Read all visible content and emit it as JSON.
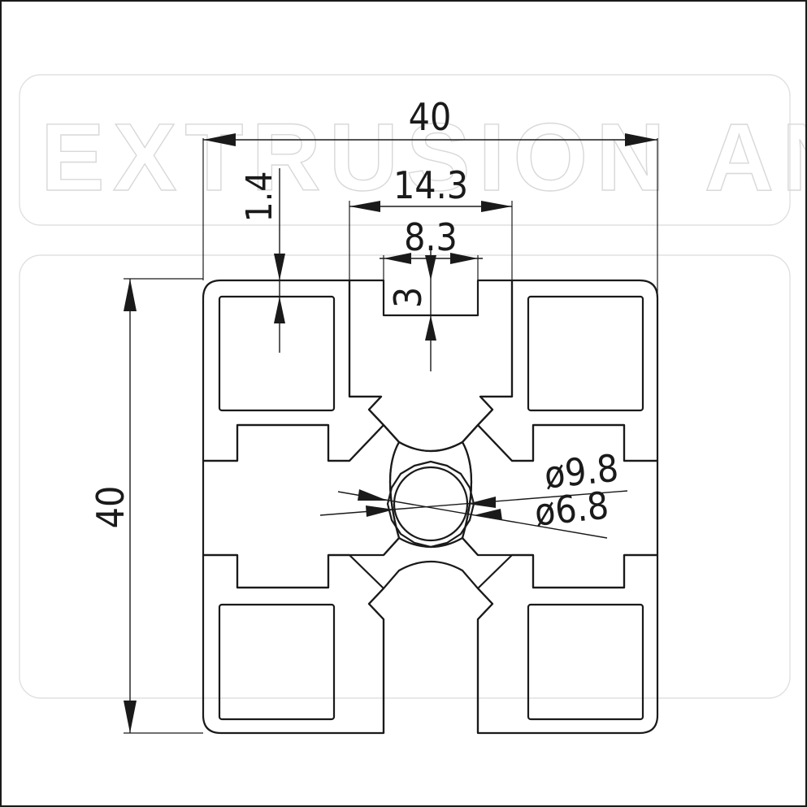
{
  "drawing": {
    "watermark_text": "EXTRUSION AND",
    "dimensions": {
      "overall_width": "40",
      "overall_height": "40",
      "wall_thickness": "1.4",
      "slot_opening": "14.3",
      "slot_neck": "8.3",
      "slot_depth": "3",
      "core_outer_diameter": "ø9.8",
      "core_bore_diameter": "ø6.8"
    }
  }
}
